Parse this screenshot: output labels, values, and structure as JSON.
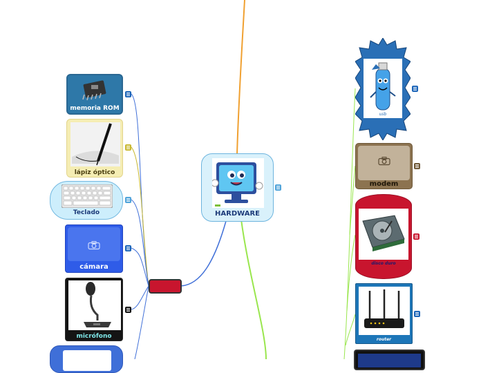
{
  "center": {
    "label": "HARDWARE",
    "image": "monitor-mascot-icon"
  },
  "hub": {
    "label": ""
  },
  "left_nodes": [
    {
      "label": "memoria ROM",
      "image": "chip-icon"
    },
    {
      "label": "lápiz óptico",
      "image": "light-pen-icon"
    },
    {
      "label": "Teclado",
      "image": "keyboard-icon"
    },
    {
      "label": "cámara",
      "image": "camera-placeholder-icon"
    },
    {
      "label": "micrófono",
      "image": "microphone-icon"
    }
  ],
  "right_nodes": [
    {
      "label": "usb",
      "image": "usb-mascot-icon"
    },
    {
      "label": "modem",
      "image": "camera-placeholder-icon"
    },
    {
      "label": "disco duro",
      "image": "hard-disk-icon"
    },
    {
      "label": "router",
      "image": "router-icon"
    }
  ],
  "colors": {
    "orange_branch": "#f0a030",
    "green_branch": "#99e64d",
    "blue_branch": "#3f6fd8",
    "hub_fill": "#c8152e",
    "center_fill": "#d9f1fb",
    "note_blue": "#1a64b8"
  }
}
